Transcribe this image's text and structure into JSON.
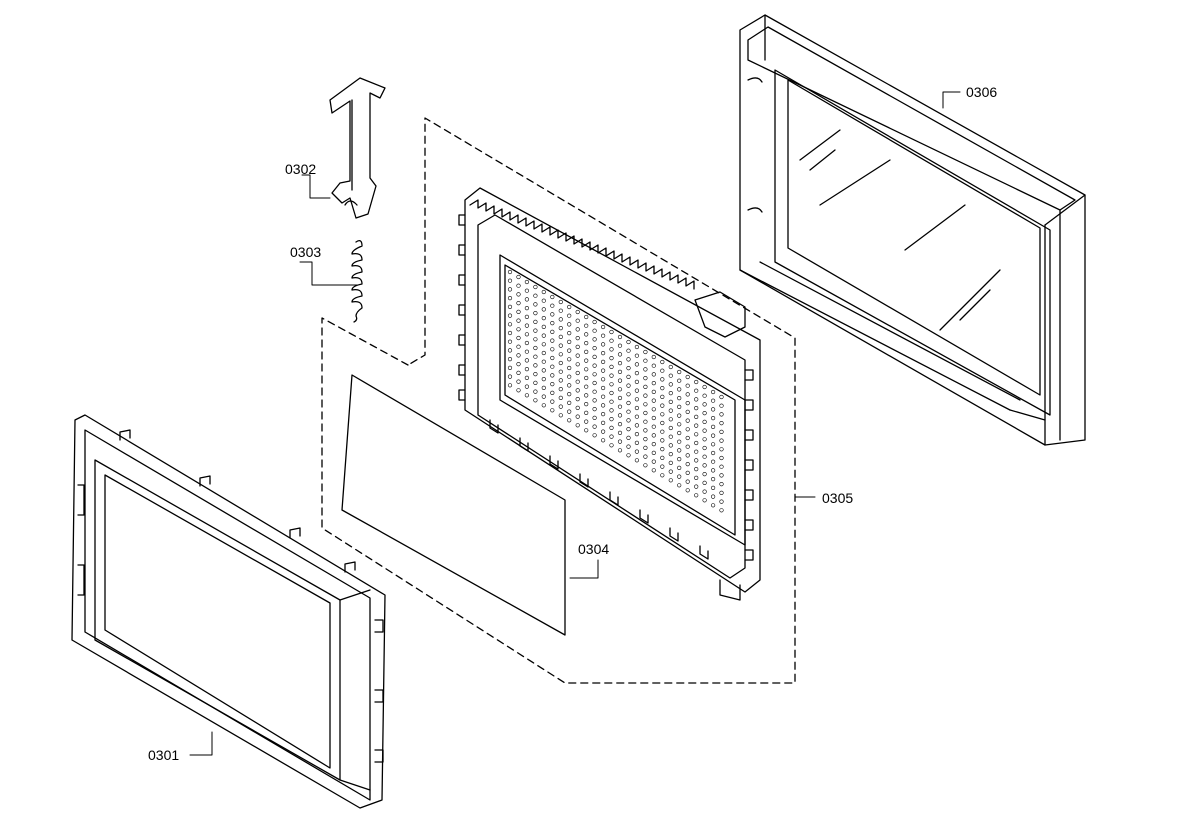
{
  "diagram": {
    "parts": [
      {
        "id": "0301",
        "label": "0301"
      },
      {
        "id": "0302",
        "label": "0302"
      },
      {
        "id": "0303",
        "label": "0303"
      },
      {
        "id": "0304",
        "label": "0304"
      },
      {
        "id": "0305",
        "label": "0305"
      },
      {
        "id": "0306",
        "label": "0306"
      }
    ]
  },
  "colors": {
    "line": "#000000",
    "background": "#ffffff"
  }
}
